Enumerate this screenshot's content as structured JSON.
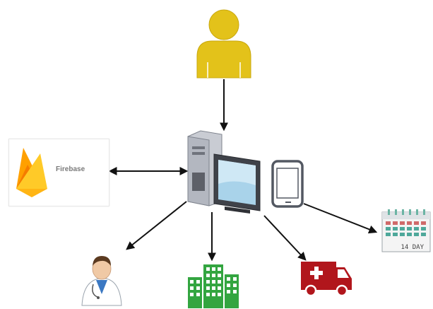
{
  "nodes": {
    "user": {
      "icon": "user-icon"
    },
    "server": {
      "icon": "server-computer-icon"
    },
    "firebase": {
      "label": "Firebase",
      "icon": "firebase-logo"
    },
    "phone": {
      "icon": "smartphone-icon"
    },
    "doctor": {
      "icon": "doctor-icon"
    },
    "hospital": {
      "icon": "hospital-building-icon"
    },
    "ambulance": {
      "icon": "ambulance-icon"
    },
    "calendar": {
      "label": "14 DAY",
      "icon": "calendar-icon"
    }
  },
  "colors": {
    "user": "#e3c21a",
    "hospital": "#33a540",
    "ambulance": "#b1161c",
    "arrow": "#111111"
  }
}
